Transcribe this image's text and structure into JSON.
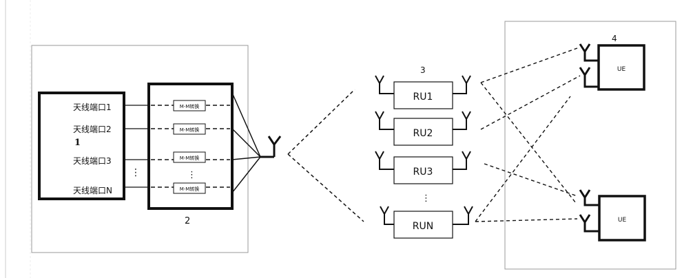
{
  "left_block": {
    "ports": [
      "天线端口1",
      "天线端口2",
      "天线端口3",
      "天线端口N"
    ],
    "label": "1",
    "ellipsis": "⋮"
  },
  "converter_block": {
    "label": "2",
    "converters": [
      "M-M转换",
      "M-M转换",
      "M-M转换",
      "M-M转换"
    ],
    "ellipsis": "⋮"
  },
  "ru_group": {
    "label": "3",
    "units": [
      "RU1",
      "RU2",
      "RU3",
      "RUN"
    ],
    "ellipsis": "⋮"
  },
  "ue_group": {
    "label": "4",
    "ues": [
      "UE",
      "UE"
    ]
  },
  "colors": {
    "stroke": "#111111",
    "frame": "#9a9a9a",
    "box_fill": "#ffffff"
  }
}
